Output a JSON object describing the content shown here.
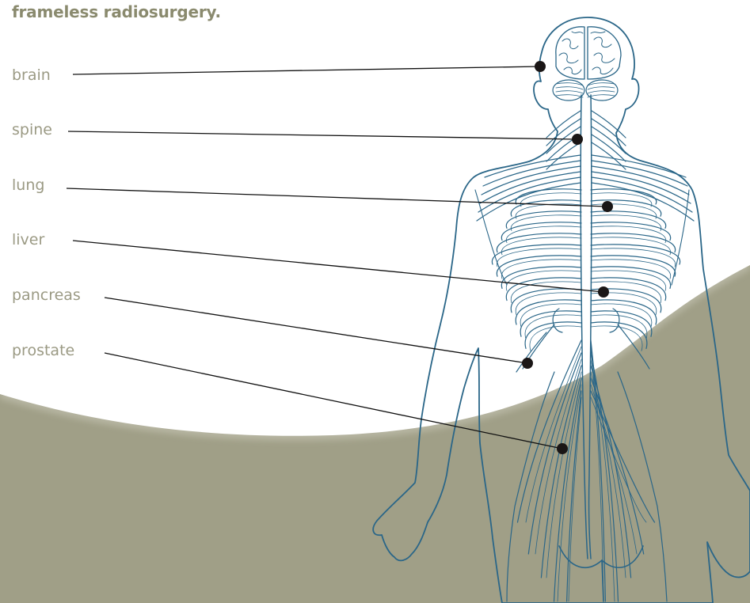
{
  "heading": "frameless radiosurgery.",
  "colors": {
    "olive_background": "#a09f87",
    "heading_text": "#8a8a6e",
    "label_text": "#9b9a84",
    "anatomy_stroke": "#2a6688",
    "leader_line": "#111111",
    "marker": "#1a1616"
  },
  "callouts": [
    {
      "label": "brain"
    },
    {
      "label": "spine"
    },
    {
      "label": "lung"
    },
    {
      "label": "liver"
    },
    {
      "label": "pancreas"
    },
    {
      "label": "prostate"
    }
  ],
  "illustration": "back-view human figure showing nervous system"
}
